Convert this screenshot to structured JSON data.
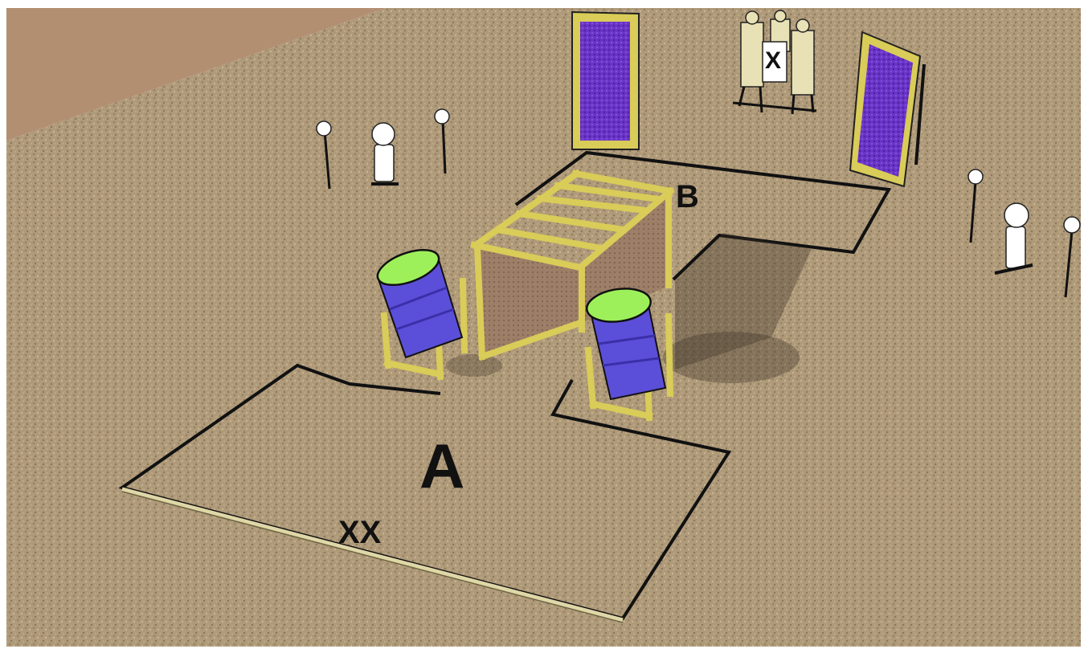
{
  "labels": {
    "area_a": "A",
    "area_b": "B",
    "start_mark": "XX",
    "no_shoot_target": "X"
  },
  "colors": {
    "ground": "#b09a7c",
    "background_floor": "#b58a6c",
    "barrel": "#5b4fd9",
    "barrel_top": "#9ef05a",
    "wood_frame": "#d9cc58",
    "port_panel": "#6d33c7",
    "popper": "#ffffff",
    "fault_line": "#111111"
  },
  "icons": {
    "barrel": "barrel-icon",
    "popper": "popper-target-icon",
    "plate_stand": "plate-stand-icon",
    "paper_target": "paper-target-icon"
  }
}
